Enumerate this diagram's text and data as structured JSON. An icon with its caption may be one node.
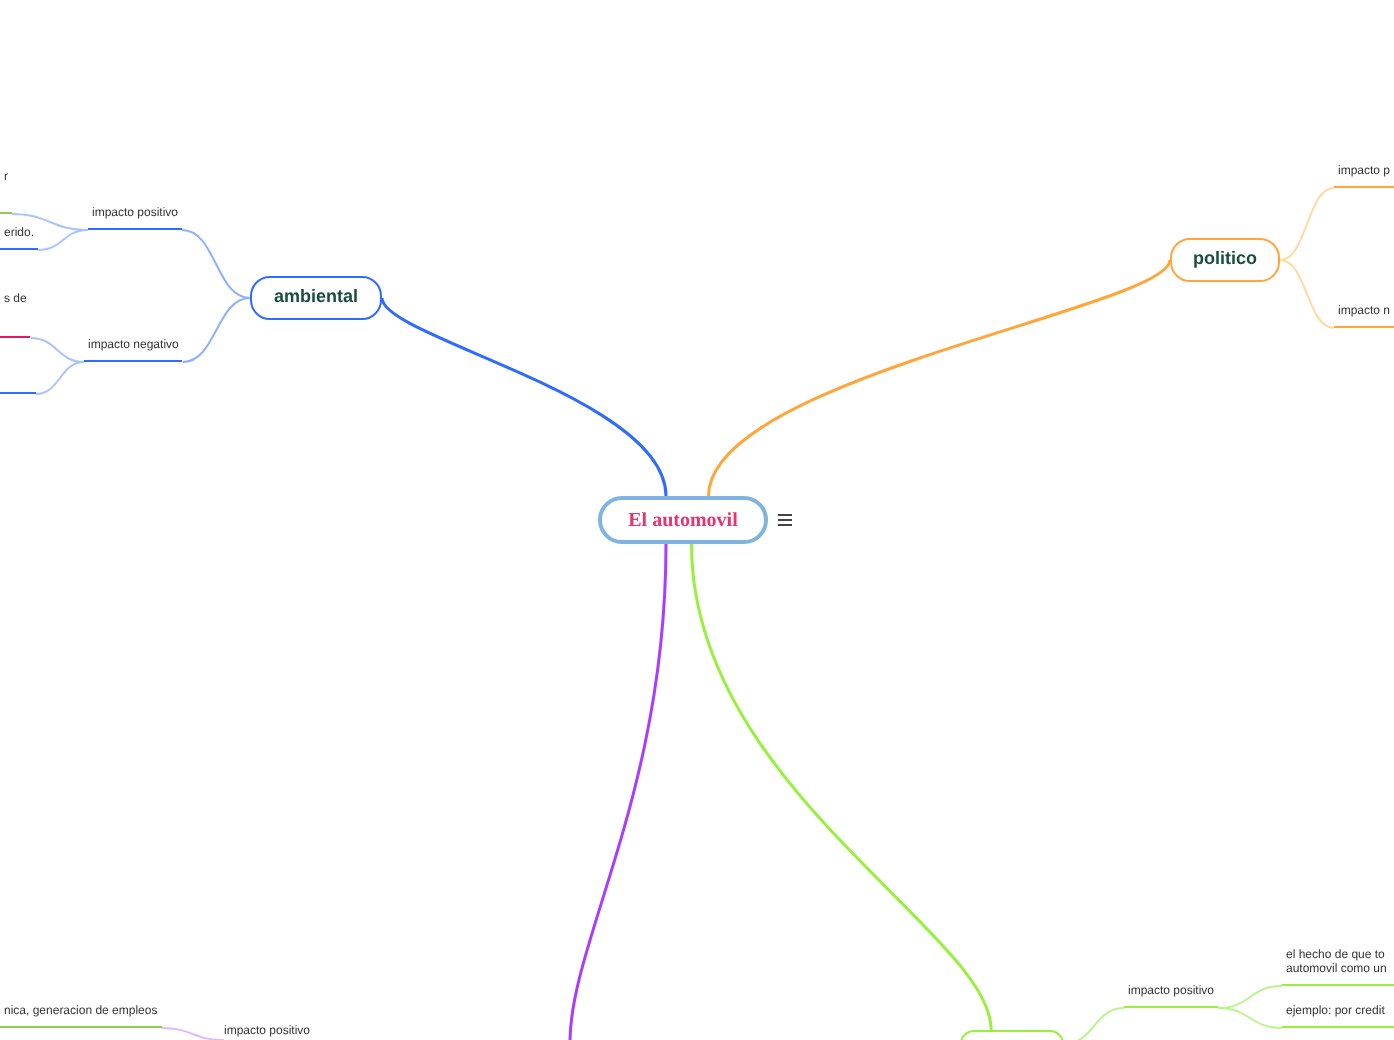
{
  "diagram": {
    "nodes": [
      {
        "text": [
          "El automovil"
        ]
      },
      {
        "text": [
          "ambiental"
        ]
      },
      {
        "text": [
          "impacto positivo"
        ]
      },
      {
        "text": [
          "impacto negativo"
        ]
      },
      {
        "text": [
          "r"
        ]
      },
      {
        "text": [
          "erido."
        ]
      },
      {
        "text": [
          "s de"
        ]
      },
      {
        "text": [],
        "shape": "bar"
      },
      {
        "text": [
          "politico"
        ]
      },
      {
        "text": [
          "impacto p"
        ]
      },
      {
        "text": [
          "impacto n"
        ]
      },
      {
        "text": [
          "impacto positivo"
        ]
      },
      {
        "text": [
          "nica, generacion de empleos"
        ]
      },
      {
        "text": [],
        "shape": "box"
      },
      {
        "text": [
          "impacto positivo"
        ]
      },
      {
        "text": [
          "el hecho de que to automovil como un"
        ]
      },
      {
        "text": [
          "ejemplo:  por credit"
        ]
      }
    ],
    "edges": [
      {
        "from": 0,
        "to": 1,
        "arrow": "none",
        "color": "#2f6bff"
      },
      {
        "from": 1,
        "to": 2,
        "arrow": "none",
        "color": "#8fb0ff"
      },
      {
        "from": 1,
        "to": 3,
        "arrow": "none",
        "color": "#8fb0ff"
      },
      {
        "from": 2,
        "to": 4,
        "arrow": "none",
        "color": "#a9c3ff"
      },
      {
        "from": 2,
        "to": 5,
        "arrow": "none",
        "color": "#a9c3ff"
      },
      {
        "from": 3,
        "to": 6,
        "arrow": "none",
        "color": "#a9c3ff"
      },
      {
        "from": 3,
        "to": 7,
        "arrow": "none",
        "color": "#a9c3ff"
      },
      {
        "from": 0,
        "to": 8,
        "arrow": "none",
        "color": "#ffa53a"
      },
      {
        "from": 8,
        "to": 9,
        "arrow": "none",
        "color": "#ffd9a0"
      },
      {
        "from": 8,
        "to": 10,
        "arrow": "none",
        "color": "#ffd9a0"
      },
      {
        "from": 0,
        "to": null,
        "arrow": "none",
        "color": "#a93cff"
      },
      {
        "from": 11,
        "to": 12,
        "arrow": "none",
        "color": "#e2b8ff"
      },
      {
        "from": 0,
        "to": 13,
        "arrow": "none",
        "color": "#97f03c"
      },
      {
        "from": 13,
        "to": 14,
        "arrow": "none",
        "color": "#b9f58a"
      },
      {
        "from": 14,
        "to": 15,
        "arrow": "none",
        "color": "#b9f58a"
      },
      {
        "from": 14,
        "to": 16,
        "arrow": "none",
        "color": "#b9f58a"
      }
    ]
  }
}
